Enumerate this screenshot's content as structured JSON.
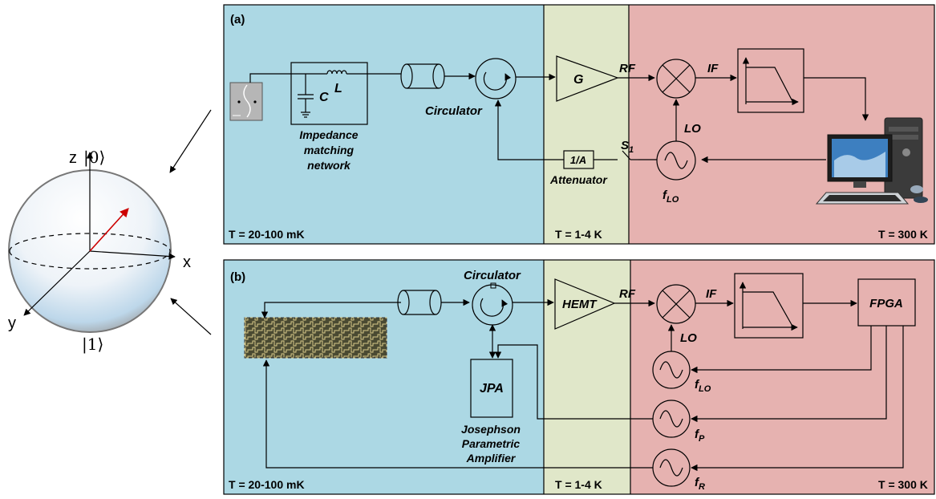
{
  "bloch": {
    "axis_z": "z",
    "axis_x": "x",
    "axis_y": "y",
    "ket0": "|0⟩",
    "ket1": "|1⟩"
  },
  "panel_a": {
    "tag": "(a)",
    "impedance": [
      "Impedance",
      "matching",
      "network"
    ],
    "inductor": "L",
    "capacitor": "C",
    "circulator": "Circulator",
    "amp": "G",
    "rf": "RF",
    "if": "IF",
    "lo": "LO",
    "switch": "S",
    "switch_sub": "1",
    "attenuator_box": "1/A",
    "attenuator": "Attenuator",
    "f_lo": "f",
    "f_lo_sub": "LO",
    "temp_cold": "T = 20-100 mK",
    "temp_mid": "T = 1-4 K",
    "temp_hot": "T = 300 K"
  },
  "panel_b": {
    "tag": "(b)",
    "circulator": "Circulator",
    "amp": "HEMT",
    "rf": "RF",
    "if": "IF",
    "lo": "LO",
    "fpga": "FPGA",
    "jpa": "JPA",
    "jpa_desc": [
      "Josephson",
      "Parametric",
      "Amplifier"
    ],
    "f_lo": "f",
    "f_lo_sub": "LO",
    "f_p": "f",
    "f_p_sub": "P",
    "f_r": "f",
    "f_r_sub": "R",
    "temp_cold": "T = 20-100 mK",
    "temp_mid": "T = 1-4 K",
    "temp_hot": "T = 300 K"
  },
  "colors": {
    "cold": "#acd8e4",
    "mid": "#e0e7c9",
    "hot": "#e6b2b0",
    "state_vector": "#cc0000"
  }
}
